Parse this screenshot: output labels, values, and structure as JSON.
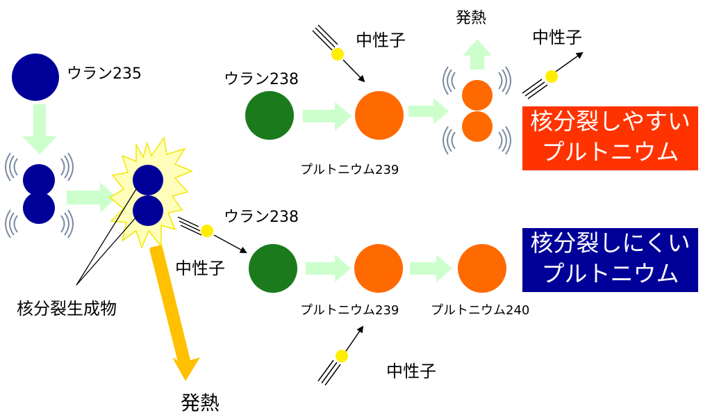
{
  "colors": {
    "uranium235": "#000099",
    "uranium238": "#1b7a1b",
    "plutonium": "#ff6a00",
    "neutron": "#ffee00",
    "flow_arrow": "#ccffcc",
    "heat_arrow": "#ffc000",
    "flash": "#ffffbb",
    "easy_box": "#ff3300",
    "hard_box": "#000099",
    "text": "#000000"
  },
  "labels": {
    "u235": "ウラン235",
    "u238_top": "ウラン238",
    "u238_bottom": "ウラン238",
    "pu239_top": "プルトニウム239",
    "pu239_bottom": "プルトニウム239",
    "pu240": "プルトニウム240",
    "neutron_top_in": "中性子",
    "neutron_top_out": "中性子",
    "neutron_mid": "中性子",
    "neutron_bottom": "中性子",
    "heat_top": "発熱",
    "heat_bottom": "発熱",
    "fission_products": "核分裂生成物"
  },
  "boxes": {
    "easy": {
      "line1": "核分裂しやすい",
      "line2": "プルトニウム"
    },
    "hard": {
      "line1": "核分裂しにくい",
      "line2": "プルトニウム"
    }
  },
  "icons": [
    "nucleus-icon",
    "neutron-icon",
    "flow-arrow-icon",
    "heat-arrow-icon",
    "vibration-arc-icon",
    "fission-flash-icon"
  ]
}
